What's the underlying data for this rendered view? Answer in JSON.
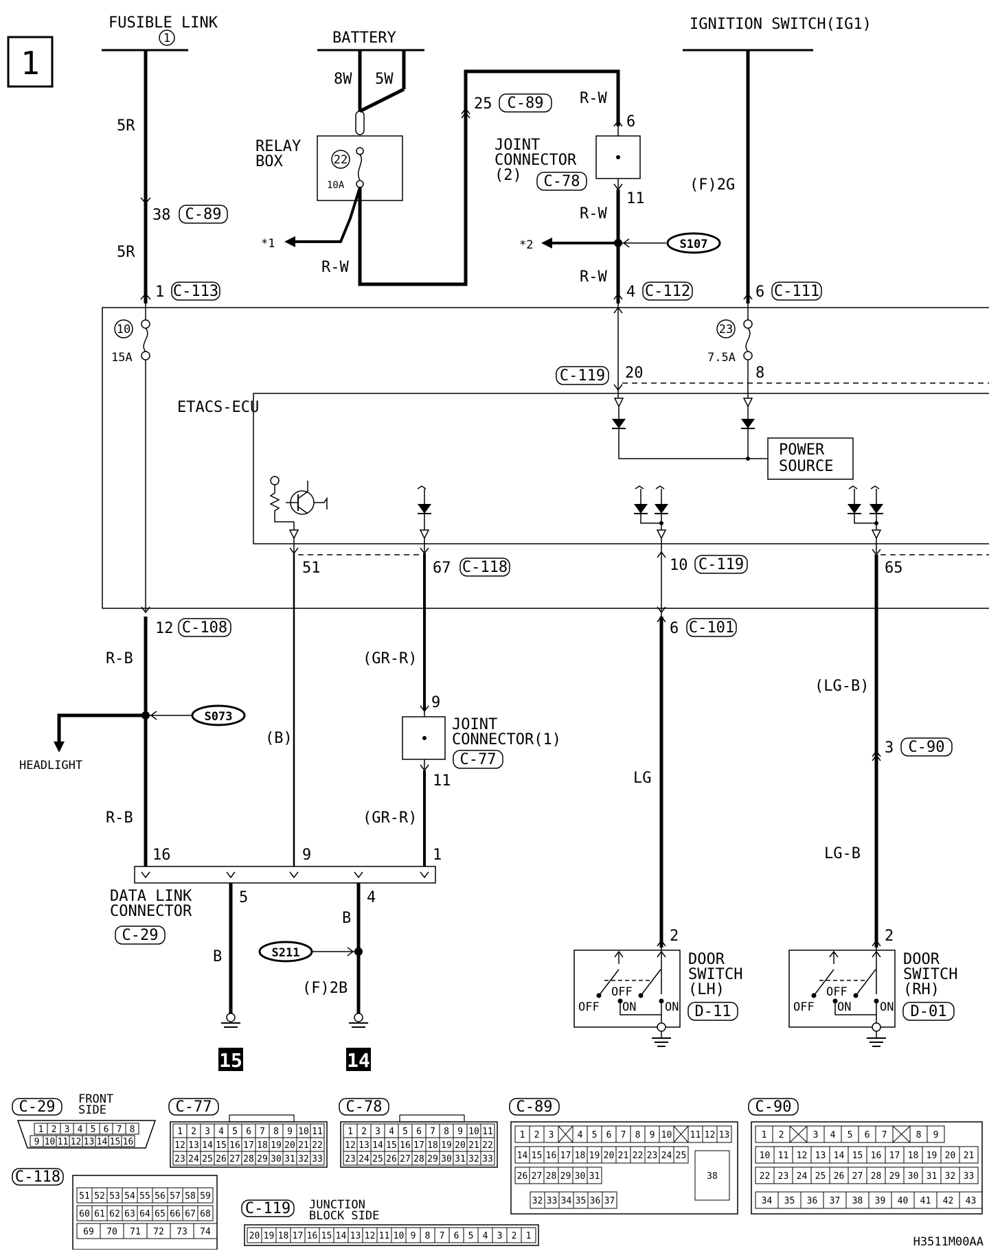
{
  "page_number": "1",
  "figure_code": "H3511M00AA",
  "sources": {
    "fusible_link": "FUSIBLE LINK",
    "fusible_link_num": "1",
    "battery": "BATTERY",
    "ignition": "IGNITION SWITCH(IG1)"
  },
  "wires": {
    "w5R_top": "5R",
    "w5R_bot": "5R",
    "w8W": "8W",
    "w5W": "5W",
    "wRW_relay": "R-W",
    "wRW_a": "R-W",
    "wRW_b": "R-W",
    "wRW_c": "R-W",
    "wF2G": "(F)2G",
    "wRB_top": "R-B",
    "wRB_bot": "R-B",
    "wB": "(B)",
    "wGRR_top": "(GR-R)",
    "wGRR_bot": "(GR-R)",
    "wLG": "LG",
    "wLGB_top": "(LG-B)",
    "wLGB_bot": "LG-B",
    "wB_5": "B",
    "wB_4": "B",
    "wF2B": "(F)2B"
  },
  "relay_box": {
    "title": "RELAY BOX",
    "fuse_num": "22",
    "fuse_rating": "10A",
    "note1": "*1"
  },
  "jc2": {
    "title": "JOINT CONNECTOR (2)",
    "conn": "C-78",
    "pin_top": "6",
    "pin_bot": "11",
    "note2": "*2",
    "splice": "S107"
  },
  "pins": {
    "p25": "25",
    "c89a": "C-89",
    "p38": "38",
    "c89b": "C-89",
    "p1": "1",
    "c113": "C-113",
    "p4": "4",
    "c112": "C-112",
    "p6": "6",
    "c111": "C-111",
    "p20": "20",
    "c119a": "C-119",
    "p8": "8",
    "p51": "51",
    "p67": "67",
    "c118": "C-118",
    "p10": "10",
    "c119b": "C-119",
    "p65": "65",
    "p12": "12",
    "c108": "C-108",
    "p6b": "6",
    "c101": "C-101",
    "p3": "3",
    "c90": "C-90",
    "p16": "16",
    "p9": "9",
    "p1b": "1",
    "p5": "5",
    "p4b": "4",
    "p2a": "2",
    "p2b": "2"
  },
  "fuses": {
    "f10": "10",
    "f10_rating": "15A",
    "f23": "23",
    "f23_rating": "7.5A"
  },
  "ecu": {
    "title": "ETACS-ECU",
    "power_source": "POWER SOURCE"
  },
  "headlight": {
    "label": "HEADLIGHT",
    "splice": "S073"
  },
  "jc1": {
    "title": "JOINT CONNECTOR (1)",
    "conn": "C-77",
    "pin_top": "9",
    "pin_bot": "11"
  },
  "dlc": {
    "title": "DATA LINK CONNECTOR",
    "conn": "C-29"
  },
  "grounds": {
    "g15": "15",
    "g14": "14",
    "splice": "S211"
  },
  "door_lh": {
    "title": "DOOR SWITCH (LH)",
    "conn": "D-11",
    "off": "OFF",
    "on": "ON",
    "off2": "OFF",
    "on2": "ON"
  },
  "door_rh": {
    "title": "DOOR SWITCH (RH)",
    "conn": "D-01",
    "off": "OFF",
    "on": "ON",
    "off2": "OFF",
    "on2": "ON"
  },
  "connectors": {
    "c29": {
      "label": "C-29",
      "note": "FRONT SIDE",
      "row1": [
        "1",
        "2",
        "3",
        "4",
        "5",
        "6",
        "7",
        "8"
      ],
      "row2": [
        "9",
        "10",
        "11",
        "12",
        "13",
        "14",
        "15",
        "16"
      ]
    },
    "c77": {
      "label": "C-77",
      "row1": [
        "1",
        "2",
        "3",
        "4",
        "5",
        "6",
        "7",
        "8",
        "9",
        "10",
        "11"
      ],
      "row2": [
        "12",
        "13",
        "14",
        "15",
        "16",
        "17",
        "18",
        "19",
        "20",
        "21",
        "22"
      ],
      "row3": [
        "23",
        "24",
        "25",
        "26",
        "27",
        "28",
        "29",
        "30",
        "31",
        "32",
        "33"
      ]
    },
    "c78": {
      "label": "C-78",
      "row1": [
        "1",
        "2",
        "3",
        "4",
        "5",
        "6",
        "7",
        "8",
        "9",
        "10",
        "11"
      ],
      "row2": [
        "12",
        "13",
        "14",
        "15",
        "16",
        "17",
        "18",
        "19",
        "20",
        "21",
        "22"
      ],
      "row3": [
        "23",
        "24",
        "25",
        "26",
        "27",
        "28",
        "29",
        "30",
        "31",
        "32",
        "33"
      ]
    },
    "c89": {
      "label": "C-89",
      "row1": [
        "1",
        "2",
        "3",
        "",
        "4",
        "5",
        "6",
        "7",
        "8",
        "9",
        "10",
        "",
        "11",
        "12",
        "13"
      ],
      "row2": [
        "14",
        "15",
        "16",
        "17",
        "18",
        "19",
        "20",
        "21",
        "22",
        "23",
        "24",
        "25"
      ],
      "row3": [
        "26",
        "27",
        "28",
        "29",
        "30",
        "31"
      ],
      "row4": [
        "32",
        "33",
        "34",
        "35",
        "36",
        "37"
      ],
      "big": "38"
    },
    "c90": {
      "label": "C-90",
      "row1": [
        "1",
        "2",
        "",
        "3",
        "4",
        "5",
        "6",
        "7",
        "",
        "8",
        "9"
      ],
      "row2": [
        "10",
        "11",
        "12",
        "13",
        "14",
        "15",
        "16",
        "17",
        "18",
        "19",
        "20",
        "21"
      ],
      "row3": [
        "22",
        "23",
        "24",
        "25",
        "26",
        "27",
        "28",
        "29",
        "30",
        "31",
        "32",
        "33"
      ],
      "row4": [
        "34",
        "35",
        "36",
        "37",
        "38",
        "39",
        "40",
        "41",
        "42",
        "43"
      ]
    },
    "c118": {
      "label": "C-118",
      "row1": [
        "51",
        "52",
        "53",
        "54",
        "55",
        "56",
        "57",
        "58",
        "59"
      ],
      "row2": [
        "60",
        "61",
        "62",
        "63",
        "64",
        "65",
        "66",
        "67",
        "68"
      ],
      "row3": [
        "69",
        "70",
        "71",
        "72",
        "73",
        "74"
      ]
    },
    "c119": {
      "label": "C-119",
      "note": "JUNCTION BLOCK SIDE",
      "pins": [
        "20",
        "19",
        "18",
        "17",
        "16",
        "15",
        "14",
        "13",
        "12",
        "11",
        "10",
        "9",
        "8",
        "7",
        "6",
        "5",
        "4",
        "3",
        "2",
        "1"
      ]
    }
  }
}
